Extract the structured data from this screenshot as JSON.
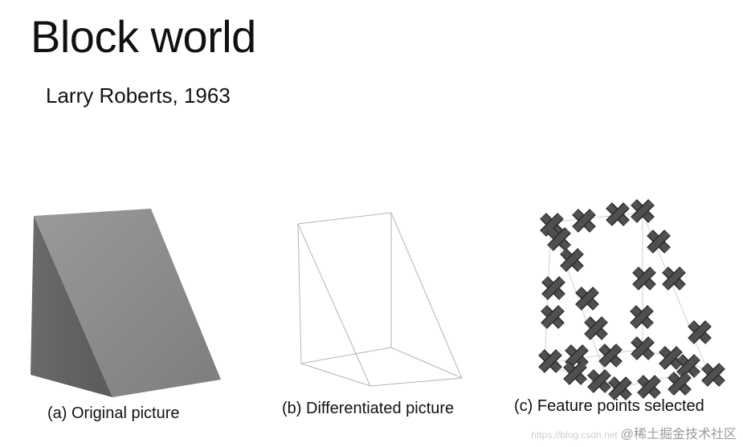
{
  "slide": {
    "title": "Block world",
    "subtitle": "Larry Roberts, 1963"
  },
  "figures": {
    "a": {
      "caption": "(a) Original picture"
    },
    "b": {
      "caption": "(b) Differentiated picture"
    },
    "c": {
      "caption": "(c) Feature points selected",
      "marker_icon": "x-mark-icon",
      "marker_color": "#505050"
    }
  },
  "watermark": {
    "url": "https://blog.csdn.net",
    "text": "@稀土掘金技术社区"
  }
}
